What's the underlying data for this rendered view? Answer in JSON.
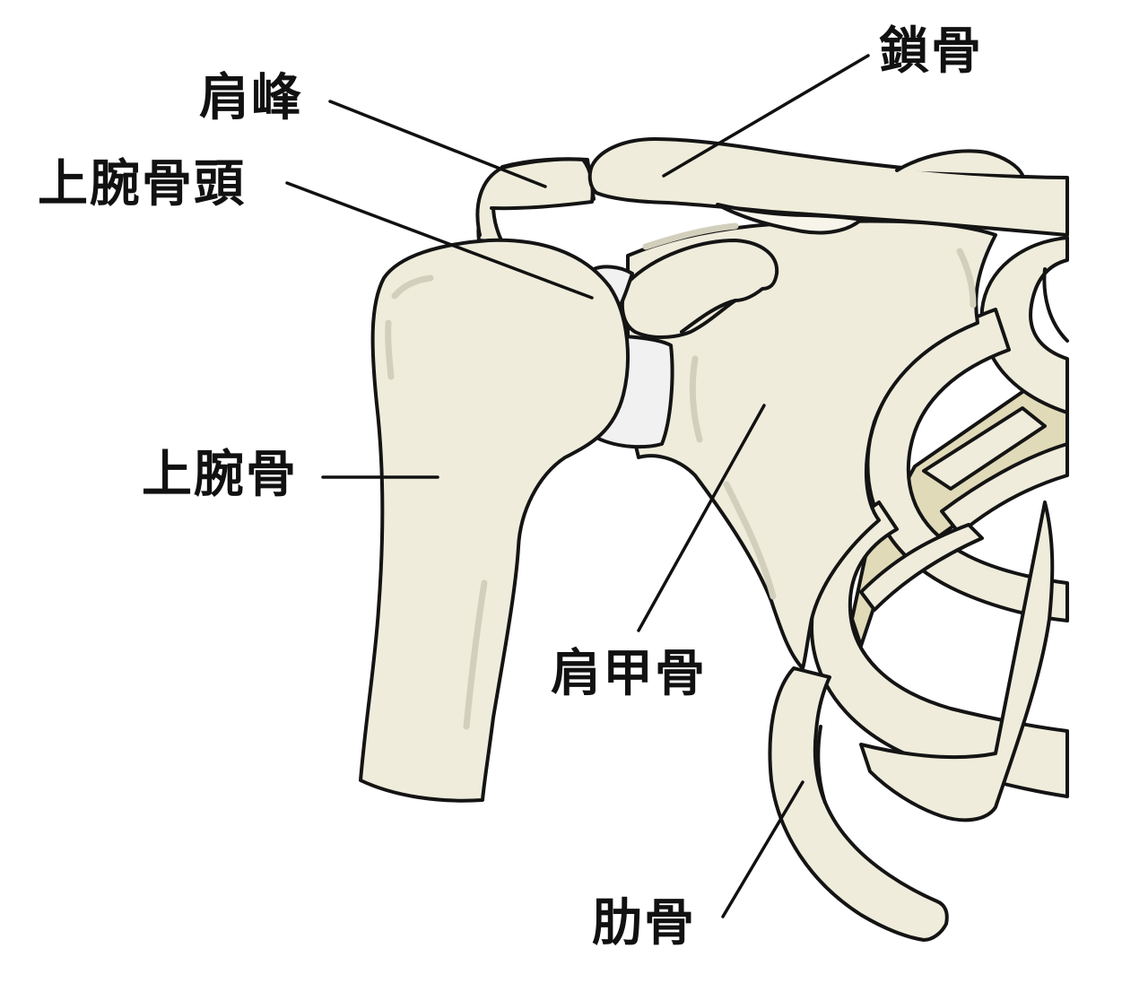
{
  "colors": {
    "bone_fill": "#efecdb",
    "bone_shadow": "#d2cfbc",
    "cartilage_fill": "#f1f1f1",
    "intercostal_fill": "#e0dab8",
    "outline": "#141414",
    "leader_line": "#111111"
  },
  "labels": {
    "acromion": "肩峰",
    "clavicle": "鎖骨",
    "humeral_head": "上腕骨頭",
    "humerus": "上腕骨",
    "scapula": "肩甲骨",
    "rib": "肋骨"
  }
}
